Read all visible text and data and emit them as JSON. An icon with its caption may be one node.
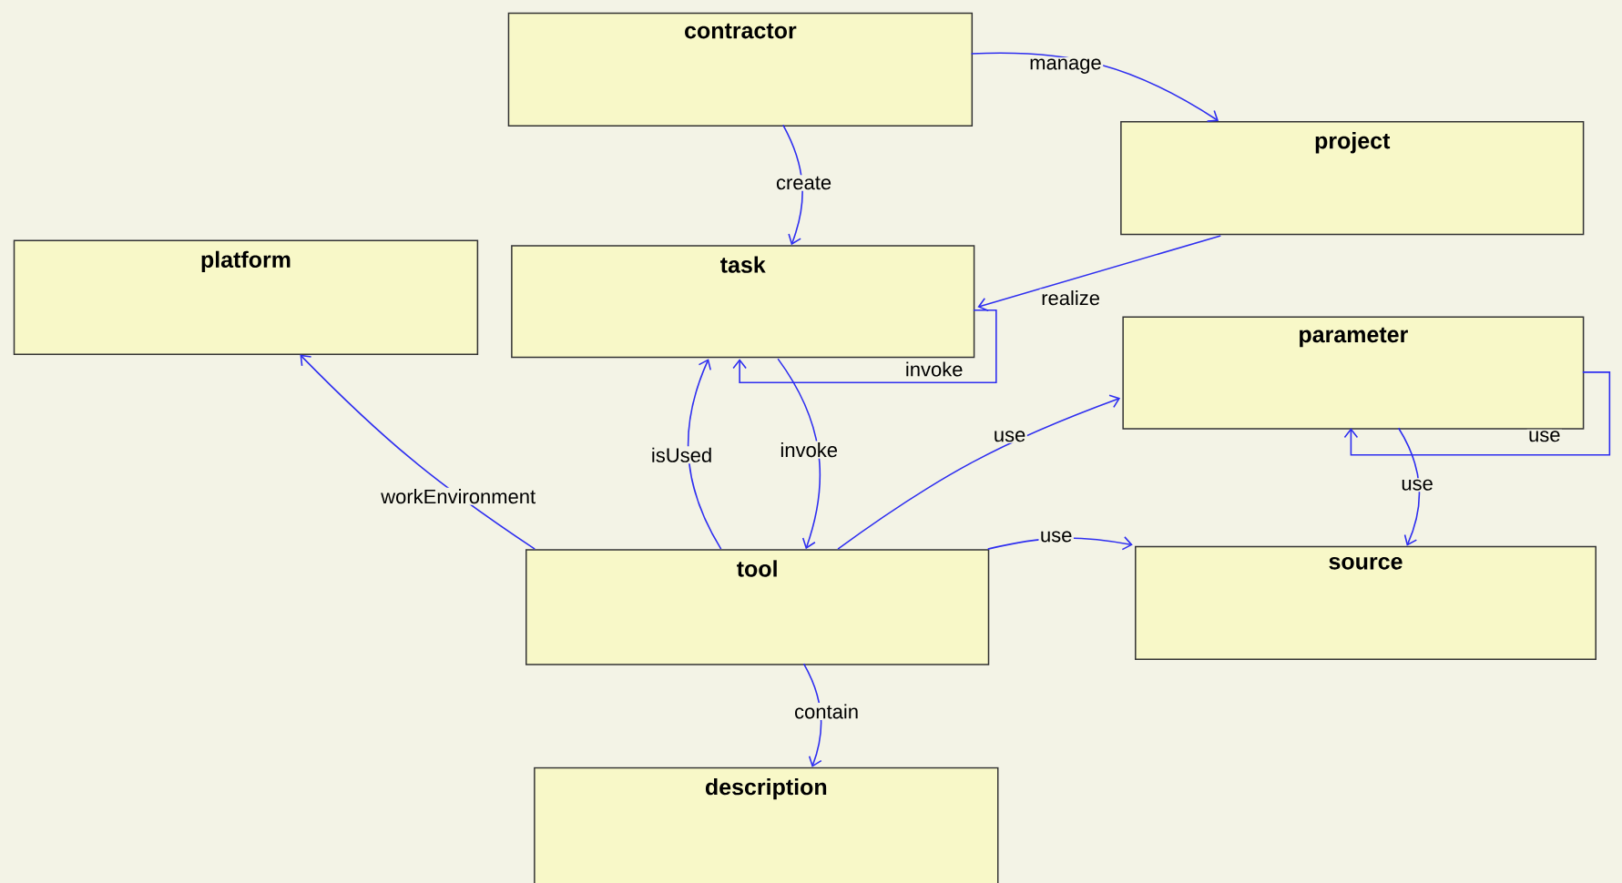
{
  "diagram": {
    "nodes": [
      {
        "text": [
          "contractor"
        ]
      },
      {
        "text": [
          "project"
        ]
      },
      {
        "text": [
          "platform"
        ]
      },
      {
        "text": [
          "task"
        ]
      },
      {
        "text": [
          "parameter"
        ]
      },
      {
        "text": [
          "tool"
        ]
      },
      {
        "text": [
          "source"
        ]
      },
      {
        "text": [
          "description"
        ]
      }
    ],
    "edges": [
      {
        "from": 0,
        "to": 1,
        "arrow": "to",
        "label": "manage"
      },
      {
        "from": 0,
        "to": 3,
        "arrow": "to",
        "label": "create"
      },
      {
        "from": 1,
        "to": 3,
        "arrow": "to",
        "label": "realize"
      },
      {
        "from": 3,
        "to": 3,
        "arrow": "to",
        "label": "invoke"
      },
      {
        "from": 5,
        "to": 3,
        "arrow": "to",
        "label": "isUsed"
      },
      {
        "from": 3,
        "to": 5,
        "arrow": "to",
        "label": "invoke"
      },
      {
        "from": 5,
        "to": 2,
        "arrow": "to",
        "label": "workEnvironment"
      },
      {
        "from": 5,
        "to": 4,
        "arrow": "to",
        "label": "use"
      },
      {
        "from": 5,
        "to": 6,
        "arrow": "to",
        "label": "use"
      },
      {
        "from": 4,
        "to": 4,
        "arrow": "to",
        "label": "use"
      },
      {
        "from": 4,
        "to": 6,
        "arrow": "to",
        "label": "use"
      },
      {
        "from": 5,
        "to": 7,
        "arrow": "to",
        "label": "contain"
      }
    ]
  }
}
